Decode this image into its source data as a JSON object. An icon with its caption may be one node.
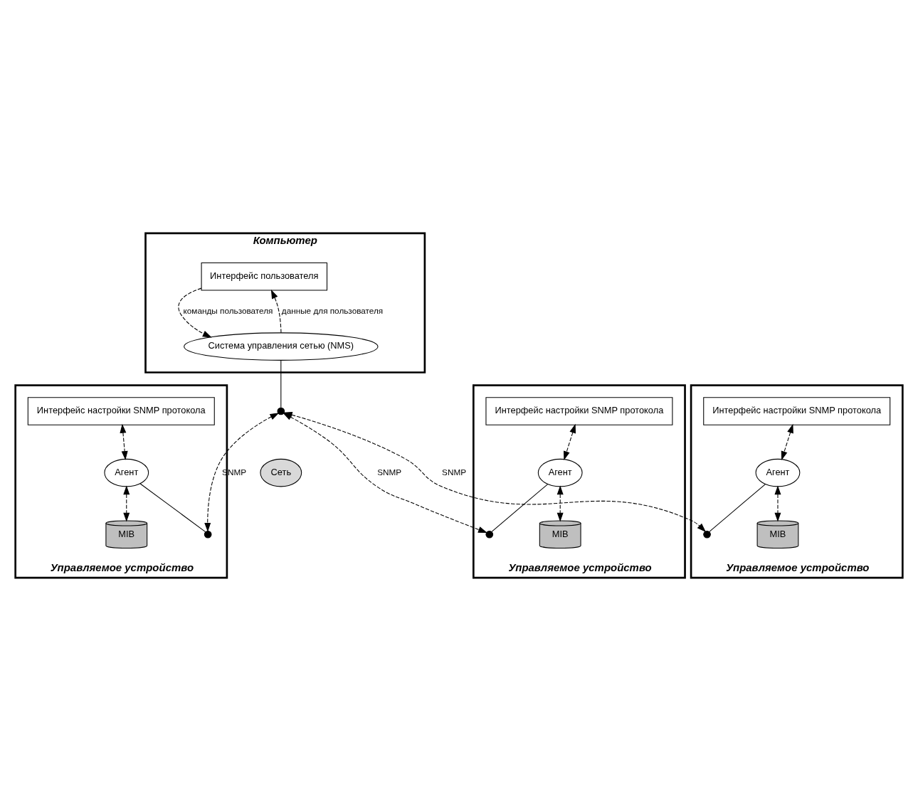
{
  "diagram": {
    "nodes": [
      {
        "text": [
          "Компьютер"
        ]
      },
      {
        "text": [
          "Интерфейс пользователя"
        ],
        "in": 0
      },
      {
        "text": [
          "Система управления сетью (NMS)"
        ],
        "in": 0
      },
      {
        "text": [],
        "shape": "circle"
      },
      {
        "text": [
          "Сеть"
        ]
      },
      {
        "text": [
          "Управляемое устройство"
        ]
      },
      {
        "text": [],
        "shape": "circle",
        "in": 5
      },
      {
        "text": [
          "Интерфейс настройки SNMP протокола"
        ],
        "in": 5
      },
      {
        "text": [
          "Агент"
        ],
        "in": 5
      },
      {
        "text": [
          "MIB"
        ],
        "in": 5
      },
      {
        "text": [
          "Управляемое устройство"
        ]
      },
      {
        "text": [],
        "shape": "circle",
        "in": 10
      },
      {
        "text": [
          "Интерфейс настройки SNMP протокола"
        ],
        "in": 10
      },
      {
        "text": [
          "Агент"
        ],
        "in": 10
      },
      {
        "text": [
          "MIB"
        ],
        "in": 10
      },
      {
        "text": [
          "Управляемое устройство"
        ]
      },
      {
        "text": [],
        "shape": "circle",
        "in": 15
      },
      {
        "text": [
          "Интерфейс настройки SNMP протокола"
        ],
        "in": 15
      },
      {
        "text": [
          "Агент"
        ],
        "in": 15
      },
      {
        "text": [
          "MIB"
        ],
        "in": 15
      }
    ],
    "edges": [
      {
        "from": 1,
        "to": 2,
        "arrow": "to",
        "style": "dashed",
        "label": "команды пользователя"
      },
      {
        "from": 2,
        "to": 1,
        "arrow": "to",
        "style": "dashed",
        "label": "данные для пользователя"
      },
      {
        "from": 2,
        "to": 3,
        "arrow": "none"
      },
      {
        "from": 3,
        "to": 6,
        "arrow": "both",
        "style": "dashed",
        "label": "SNMP"
      },
      {
        "from": 3,
        "to": 11,
        "arrow": "both",
        "style": "dashed",
        "label": "SNMP"
      },
      {
        "from": 3,
        "to": 16,
        "arrow": "both",
        "style": "dashed",
        "label": "SNMP"
      },
      {
        "from": 8,
        "to": 6,
        "arrow": "none"
      },
      {
        "from": 7,
        "to": 8,
        "arrow": "both",
        "style": "dashed"
      },
      {
        "from": 8,
        "to": 9,
        "arrow": "both",
        "style": "dashed"
      },
      {
        "from": 13,
        "to": 11,
        "arrow": "none"
      },
      {
        "from": 12,
        "to": 13,
        "arrow": "both",
        "style": "dashed"
      },
      {
        "from": 13,
        "to": 14,
        "arrow": "both",
        "style": "dashed"
      },
      {
        "from": 18,
        "to": 16,
        "arrow": "none"
      },
      {
        "from": 17,
        "to": 18,
        "arrow": "both",
        "style": "dashed"
      },
      {
        "from": 18,
        "to": 19,
        "arrow": "both",
        "style": "dashed"
      }
    ]
  }
}
